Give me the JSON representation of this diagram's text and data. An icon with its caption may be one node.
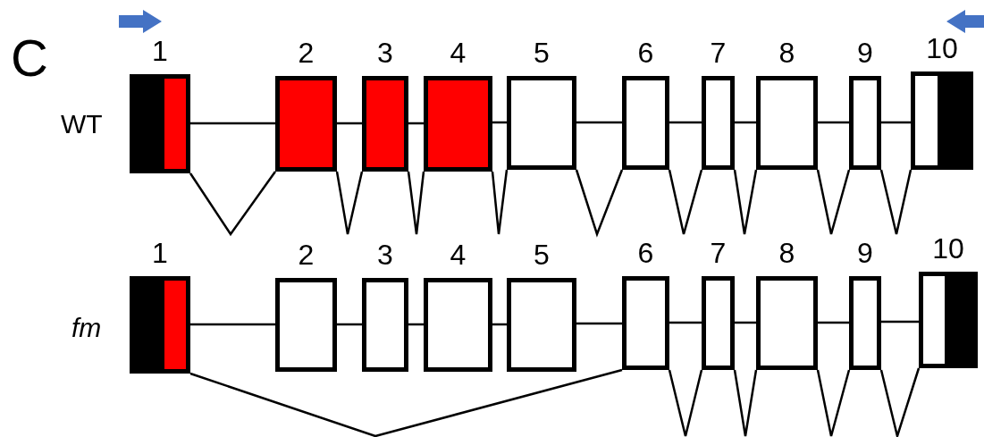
{
  "diagram": {
    "nodes": [
      {
        "text": [
          "1"
        ]
      },
      {
        "text": [
          "2"
        ]
      },
      {
        "text": [
          "3"
        ]
      },
      {
        "text": [
          "4"
        ]
      },
      {
        "text": [
          "5"
        ]
      },
      {
        "text": [
          "6"
        ]
      },
      {
        "text": [
          "7"
        ]
      },
      {
        "text": [
          "8"
        ]
      },
      {
        "text": [
          "9"
        ]
      },
      {
        "text": [
          "10"
        ]
      },
      {
        "text": [
          "1"
        ]
      },
      {
        "text": [
          "2"
        ]
      },
      {
        "text": [
          "3"
        ]
      },
      {
        "text": [
          "4"
        ]
      },
      {
        "text": [
          "5"
        ]
      },
      {
        "text": [
          "6"
        ]
      },
      {
        "text": [
          "7"
        ]
      },
      {
        "text": [
          "8"
        ]
      },
      {
        "text": [
          "9"
        ]
      },
      {
        "text": [
          "10"
        ]
      }
    ],
    "edges": [
      {
        "from": 0,
        "to": 1,
        "arrow": "none"
      },
      {
        "from": 1,
        "to": 2,
        "arrow": "none"
      },
      {
        "from": 2,
        "to": 3,
        "arrow": "none"
      },
      {
        "from": 3,
        "to": 4,
        "arrow": "none"
      },
      {
        "from": 4,
        "to": 5,
        "arrow": "none"
      },
      {
        "from": 5,
        "to": 6,
        "arrow": "none"
      },
      {
        "from": 6,
        "to": 7,
        "arrow": "none"
      },
      {
        "from": 7,
        "to": 8,
        "arrow": "none"
      },
      {
        "from": 8,
        "to": 9,
        "arrow": "none"
      },
      {
        "from": 0,
        "to": 1,
        "arrow": "none"
      },
      {
        "from": 1,
        "to": 2,
        "arrow": "none"
      },
      {
        "from": 2,
        "to": 3,
        "arrow": "none"
      },
      {
        "from": 3,
        "to": 4,
        "arrow": "none"
      },
      {
        "from": 4,
        "to": 5,
        "arrow": "none"
      },
      {
        "from": 5,
        "to": 6,
        "arrow": "none"
      },
      {
        "from": 6,
        "to": 7,
        "arrow": "none"
      },
      {
        "from": 7,
        "to": 8,
        "arrow": "none"
      },
      {
        "from": 8,
        "to": 9,
        "arrow": "none"
      },
      {
        "from": 10,
        "to": 11,
        "arrow": "none"
      },
      {
        "from": 11,
        "to": 12,
        "arrow": "none"
      },
      {
        "from": 12,
        "to": 13,
        "arrow": "none"
      },
      {
        "from": 13,
        "to": 14,
        "arrow": "none"
      },
      {
        "from": 14,
        "to": 15,
        "arrow": "none"
      },
      {
        "from": 15,
        "to": 16,
        "arrow": "none"
      },
      {
        "from": 16,
        "to": 17,
        "arrow": "none"
      },
      {
        "from": 17,
        "to": 18,
        "arrow": "none"
      },
      {
        "from": 18,
        "to": 19,
        "arrow": "none"
      },
      {
        "from": 10,
        "to": 15,
        "arrow": "none"
      },
      {
        "from": 15,
        "to": 16,
        "arrow": "none"
      },
      {
        "from": 16,
        "to": 17,
        "arrow": "none"
      },
      {
        "from": 17,
        "to": 18,
        "arrow": "none"
      },
      {
        "from": 18,
        "to": 19,
        "arrow": "none"
      }
    ],
    "labels": [
      "C",
      "WT",
      "fm"
    ]
  }
}
